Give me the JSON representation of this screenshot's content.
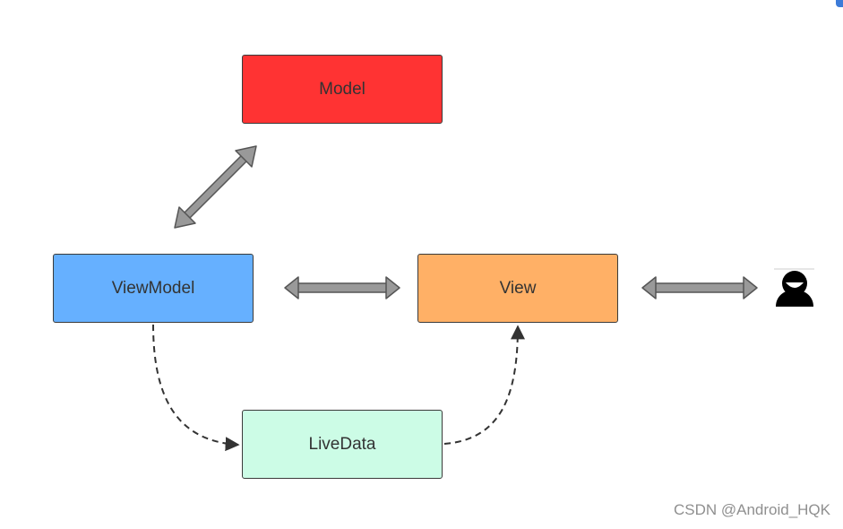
{
  "nodes": {
    "model": "Model",
    "viewmodel": "ViewModel",
    "view": "View",
    "livedata": "LiveData"
  },
  "edges": [
    {
      "from": "model",
      "to": "viewmodel",
      "style": "double-arrow",
      "color": "#909090"
    },
    {
      "from": "viewmodel",
      "to": "view",
      "style": "double-arrow",
      "color": "#909090"
    },
    {
      "from": "view",
      "to": "user",
      "style": "double-arrow",
      "color": "#909090"
    },
    {
      "from": "viewmodel",
      "to": "livedata",
      "style": "dashed-arrow",
      "color": "#333333"
    },
    {
      "from": "livedata",
      "to": "view",
      "style": "dashed-arrow",
      "color": "#333333"
    }
  ],
  "icons": {
    "user": "user-icon"
  },
  "colors": {
    "model": "#ff3333",
    "viewmodel": "#66b0ff",
    "view": "#ffb066",
    "livedata": "#ccfce6",
    "arrow_gray": "#909090"
  },
  "watermark": "CSDN @Android_HQK"
}
